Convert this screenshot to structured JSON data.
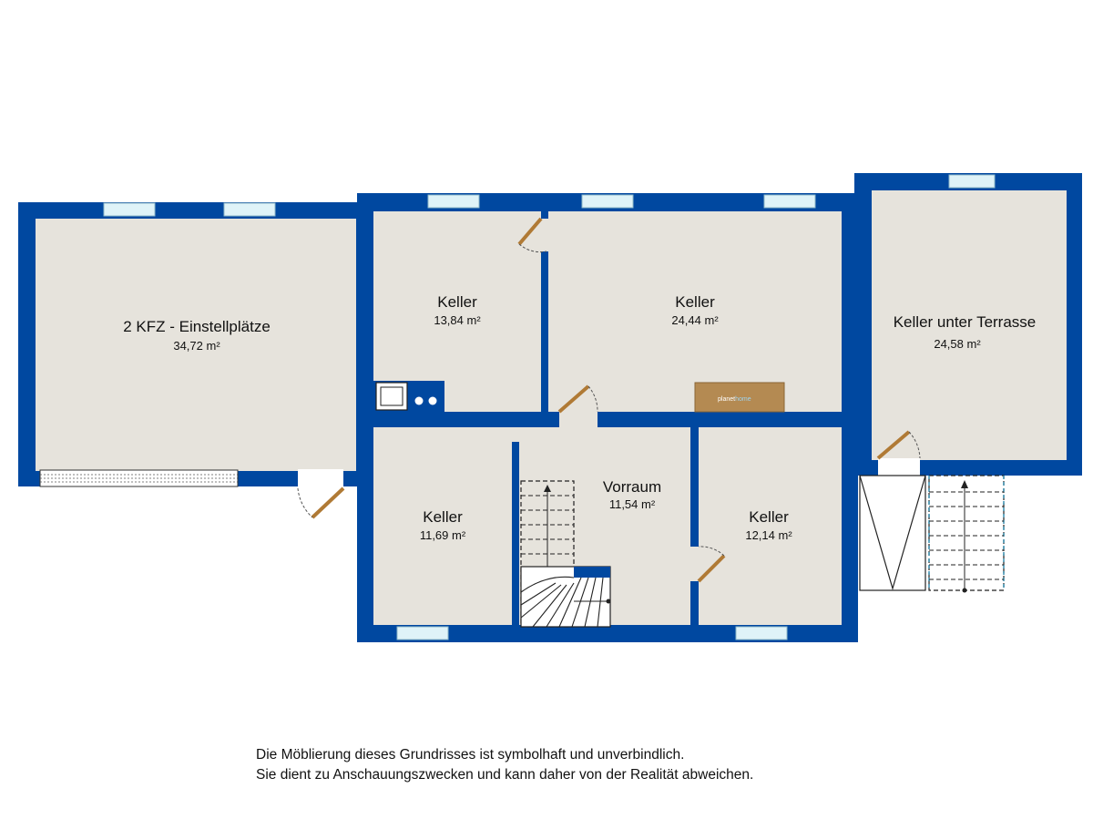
{
  "rooms": [
    {
      "id": "garage",
      "name": "2 KFZ - Einstellplätze",
      "area": "34,72 m²"
    },
    {
      "id": "keller1",
      "name": "Keller",
      "area": "13,84 m²"
    },
    {
      "id": "keller2",
      "name": "Keller",
      "area": "24,44 m²"
    },
    {
      "id": "terrasse",
      "name": "Keller unter Terrasse",
      "area": "24,58 m²"
    },
    {
      "id": "keller3",
      "name": "Keller",
      "area": "11,69 m²"
    },
    {
      "id": "vorraum",
      "name": "Vorraum",
      "area": "11,54 m²"
    },
    {
      "id": "keller4",
      "name": "Keller",
      "area": "12,14 m²"
    }
  ],
  "logo": {
    "text_a": "planet",
    "text_b": "home"
  },
  "colors": {
    "wall": "#0048a0",
    "floor": "#e6e3dc",
    "window": "#dff3f8",
    "door": "#b07a35"
  },
  "disclaimer": {
    "line1": "Die Möblierung dieses Grundrisses ist symbolhaft und unverbindlich.",
    "line2": "Sie dient zu Anschauungszwecken und kann daher von der Realität abweichen."
  }
}
